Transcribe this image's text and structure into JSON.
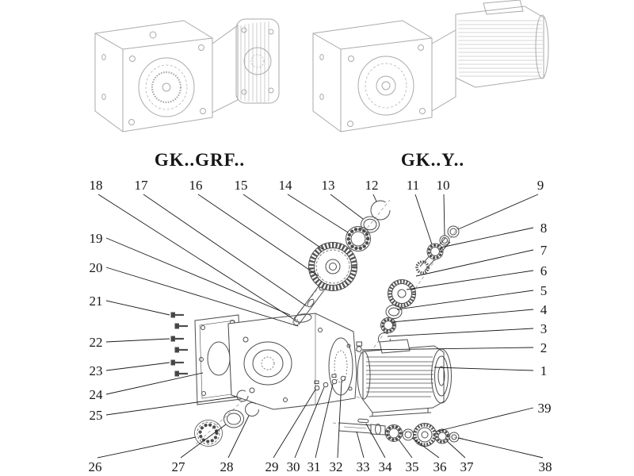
{
  "colors": {
    "background": "#ffffff",
    "faint_linework": "#aaaaaa",
    "part_linework": "#4d4d4d",
    "leader_lines": "#1c1c1c",
    "text": "#161616"
  },
  "titles": {
    "left_variant": "GK..GRF..",
    "right_variant": "GK..Y.."
  },
  "callouts": {
    "top": [
      "18",
      "17",
      "16",
      "15",
      "14",
      "13",
      "12",
      "11",
      "10",
      "9"
    ],
    "left": [
      "19",
      "20",
      "21",
      "22",
      "23",
      "24",
      "25"
    ],
    "right": [
      "8",
      "7",
      "6",
      "5",
      "4",
      "3",
      "2",
      "1",
      "39"
    ],
    "bottom": [
      "26",
      "27",
      "28",
      "29",
      "30",
      "31",
      "32",
      "33",
      "34",
      "35",
      "36",
      "37",
      "38"
    ]
  }
}
